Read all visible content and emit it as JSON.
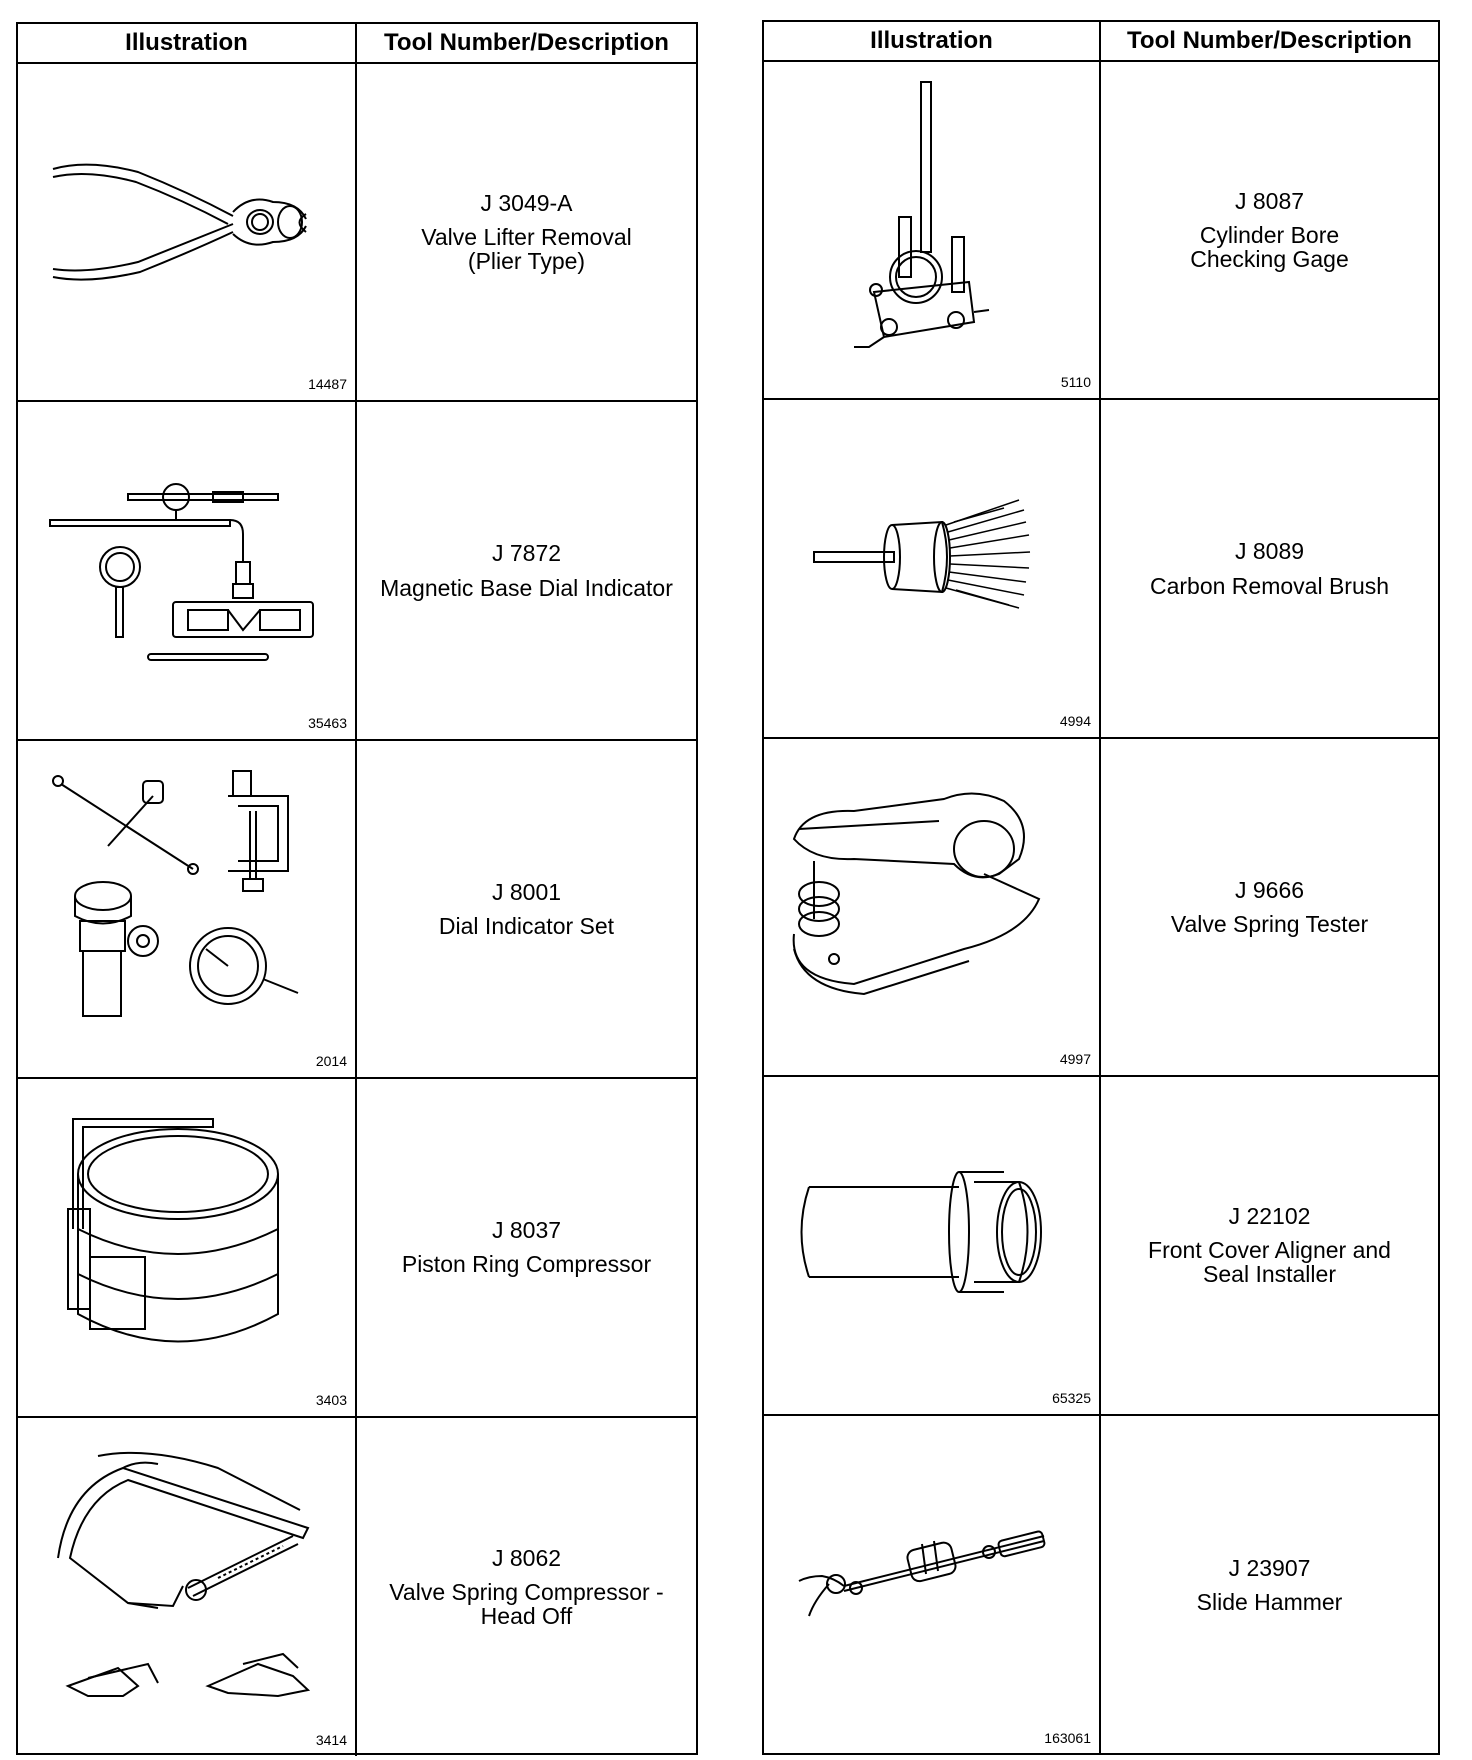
{
  "left_table": {
    "header": {
      "illustration": "Illustration",
      "tool": "Tool Number/Description"
    },
    "rows": [
      {
        "icon": "pliers-icon",
        "ref": "14487",
        "number": "J 3049-A",
        "description": "Valve Lifter Removal\n(Plier Type)"
      },
      {
        "icon": "magnetic-base-icon",
        "ref": "35463",
        "number": "J 7872",
        "description": "Magnetic Base Dial Indicator"
      },
      {
        "icon": "dial-indicator-set-icon",
        "ref": "2014",
        "number": "J 8001",
        "description": "Dial Indicator Set"
      },
      {
        "icon": "ring-compressor-icon",
        "ref": "3403",
        "number": "J 8037",
        "description": "Piston Ring Compressor"
      },
      {
        "icon": "spring-compressor-icon",
        "ref": "3414",
        "number": "J 8062",
        "description": "Valve Spring Compressor -\nHead Off"
      }
    ]
  },
  "right_table": {
    "header": {
      "illustration": "Illustration",
      "tool": "Tool Number/Description"
    },
    "rows": [
      {
        "icon": "bore-gage-icon",
        "ref": "5110",
        "number": "J 8087",
        "description": "Cylinder Bore\nChecking Gage"
      },
      {
        "icon": "brush-icon",
        "ref": "4994",
        "number": "J 8089",
        "description": "Carbon Removal Brush"
      },
      {
        "icon": "spring-tester-icon",
        "ref": "4997",
        "number": "J 9666",
        "description": "Valve Spring Tester"
      },
      {
        "icon": "aligner-icon",
        "ref": "65325",
        "number": "J 22102",
        "description": "Front Cover Aligner and\nSeal Installer"
      },
      {
        "icon": "slide-hammer-icon",
        "ref": "163061",
        "number": "J 23907",
        "description": "Slide Hammer"
      }
    ]
  }
}
